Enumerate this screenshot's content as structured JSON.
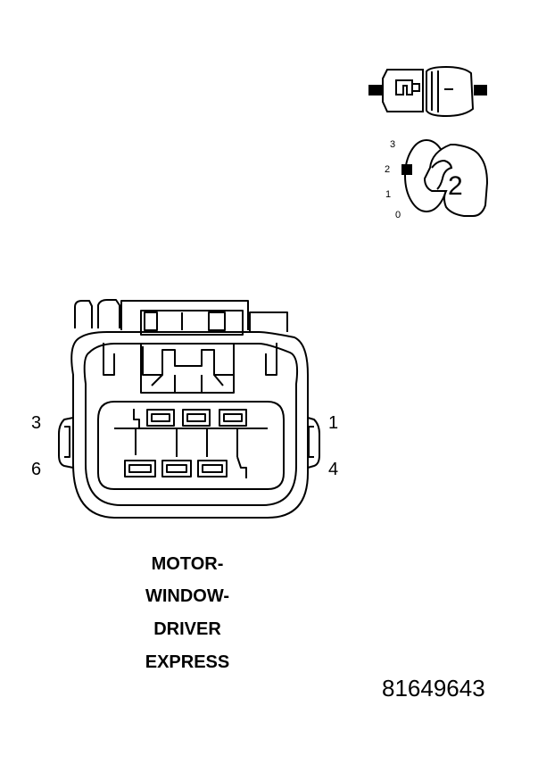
{
  "diagram": {
    "title_lines": [
      "MOTOR-",
      "WINDOW-",
      "DRIVER",
      "EXPRESS"
    ],
    "part_number": "81649643",
    "pins": {
      "top_left": "3",
      "bottom_left": "6",
      "top_right": "1",
      "bottom_right": "4"
    },
    "key": {
      "scale_marks": [
        "3",
        "2",
        "1",
        "0"
      ],
      "number": "2"
    }
  }
}
